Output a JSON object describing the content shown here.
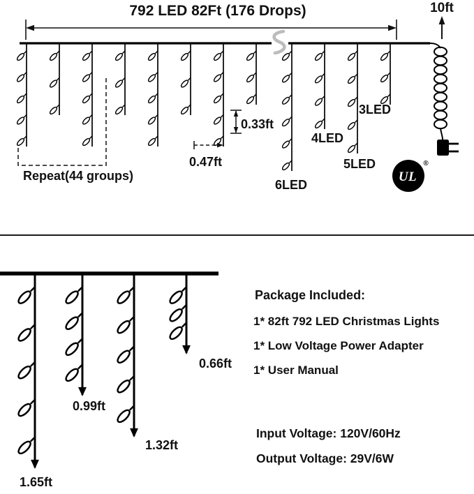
{
  "colors": {
    "ink": "#000000",
    "background": "#ffffff",
    "wire_break": "#bcbcbc"
  },
  "top_diagram": {
    "title": "792 LED 82Ft (176 Drops)",
    "lead_length_label": "10ft",
    "bulb_spacing_label": "0.33ft",
    "drop_spacing_label": "0.47ft",
    "repeat_label": "Repeat(44 groups)",
    "drop_led_labels": {
      "led3": "3LED",
      "led4": "4LED",
      "led5": "5LED",
      "led6": "6LED"
    },
    "certification": {
      "mark": "UL",
      "registered": "®"
    }
  },
  "bottom_diagram": {
    "drop_length_labels": {
      "d066": "0.66ft",
      "d099": "0.99ft",
      "d132": "1.32ft",
      "d165": "1.65ft"
    }
  },
  "info_panel": {
    "package_title": "Package Included:",
    "package_items": [
      "1* 82ft 792 LED Christmas Lights",
      "1* Low Voltage Power Adapter",
      "1* User Manual"
    ],
    "input_voltage": "Input Voltage: 120V/60Hz",
    "output_voltage": "Output Voltage: 29V/6W"
  }
}
